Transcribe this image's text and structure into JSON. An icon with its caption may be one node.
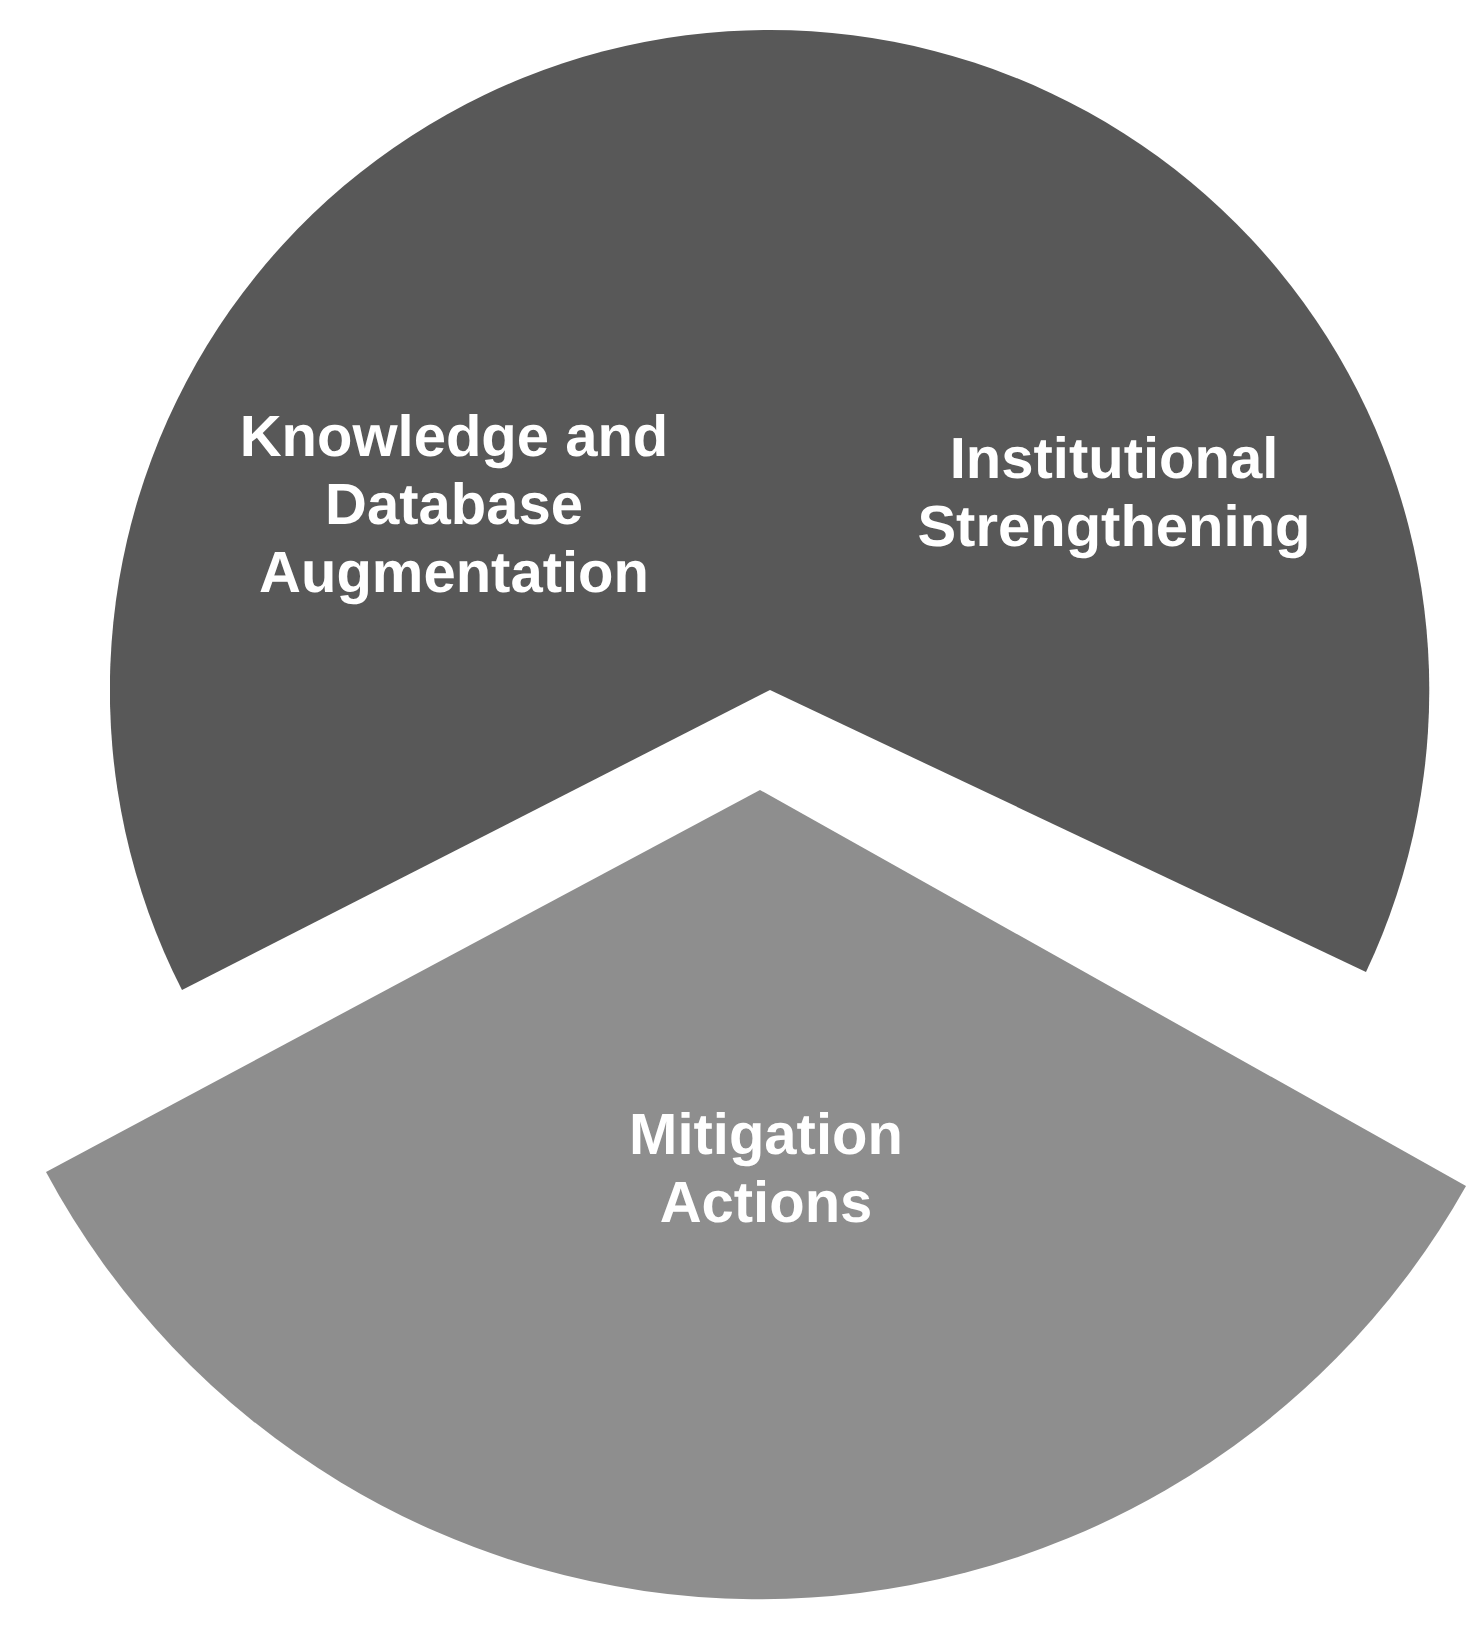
{
  "diagram": {
    "nodes": [
      {
        "text": [
          "Knowledge and Database Augmentation"
        ]
      },
      {
        "text": [
          "Institutional Strengthening"
        ]
      },
      {
        "text": [
          "Mitigation Actions"
        ]
      }
    ]
  }
}
